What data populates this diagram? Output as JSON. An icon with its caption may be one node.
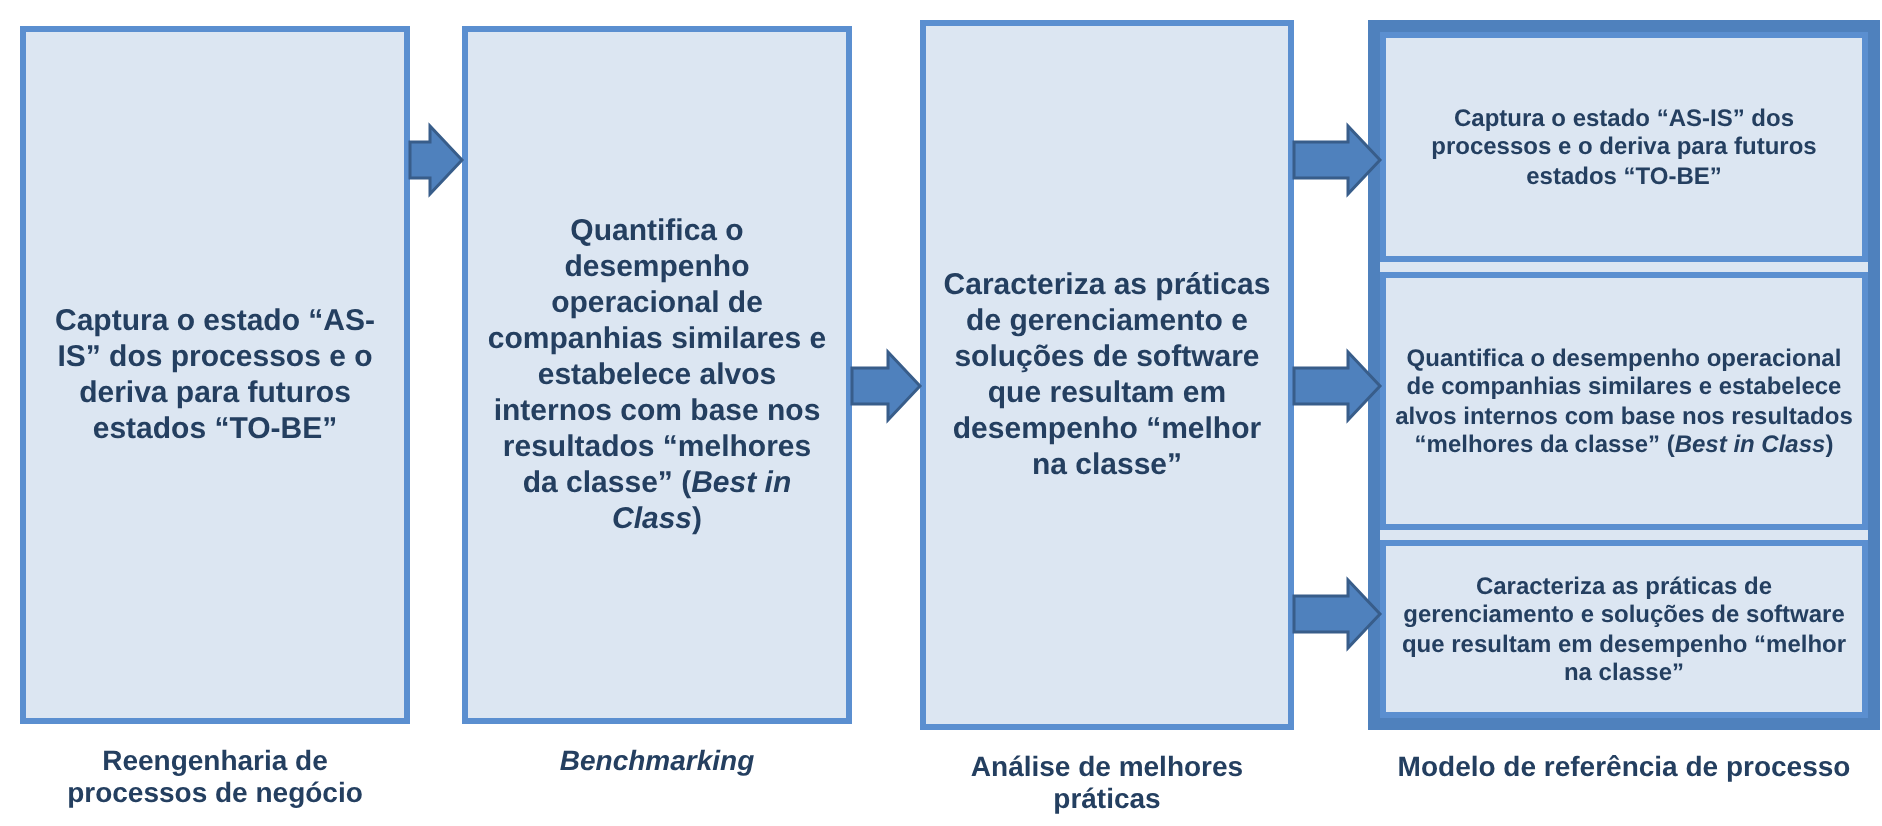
{
  "diagram": {
    "nodes": [
      {
        "text": [
          "Captura o estado “AS-IS” dos processos e o deriva para futuros estados “TO-BE”"
        ],
        "beside": [
          "Reengenharia de processos de negócio"
        ]
      },
      {
        "text": [
          "Quantifica o desempenho operacional de companhias similares e estabelece alvos internos com base nos resultados “melhores da classe” (*Best in Class*)"
        ],
        "beside": [
          "Benchmarking"
        ]
      },
      {
        "text": [
          "Caracteriza as práticas de gerenciamento e soluções de software que resultam em desempenho “melhor na classe”"
        ],
        "beside": [
          "Análise de melhores práticas"
        ]
      },
      {
        "text": [],
        "shape": "box",
        "beside": [
          "Modelo de referência de processo"
        ]
      },
      {
        "text": [
          "Captura o estado “AS-IS” dos processos e o deriva para futuros estados “TO-BE”"
        ],
        "in": 3
      },
      {
        "text": [
          "Quantifica o desempenho operacional de companhias similares e estabelece alvos internos com base nos resultados “melhores da classe” (*Best in Class*)"
        ],
        "in": 3
      },
      {
        "text": [
          "Caracteriza as práticas de gerenciamento e soluções de software que resultam em desempenho “melhor na classe”"
        ],
        "in": 3
      }
    ],
    "edges": [
      {
        "from": 0,
        "to": 1,
        "arrow": "to"
      },
      {
        "from": 1,
        "to": 2,
        "arrow": "to"
      },
      {
        "from": 2,
        "to": 4,
        "arrow": "to"
      },
      {
        "from": 2,
        "to": 5,
        "arrow": "to"
      },
      {
        "from": 2,
        "to": 6,
        "arrow": "to"
      }
    ]
  }
}
